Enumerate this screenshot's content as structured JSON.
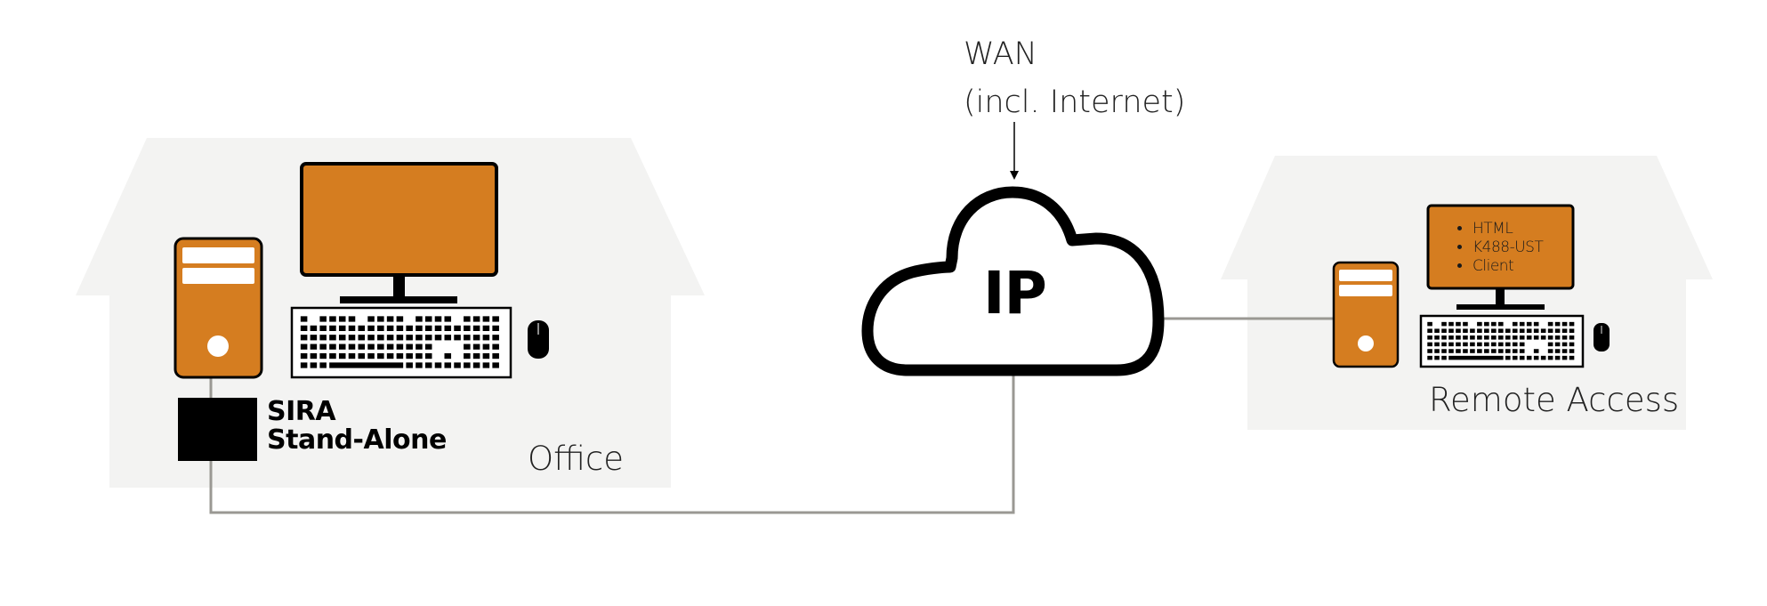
{
  "diagram": {
    "network": {
      "label_line1": "WAN",
      "label_line2": "(incl. Internet)",
      "cloud_label": "IP"
    },
    "office": {
      "label": "Office",
      "device_label_line1": "SIRA",
      "device_label_line2": "Stand-Alone"
    },
    "remote": {
      "label": "Remote Access",
      "screen_items": [
        "HTML",
        "K488-UST",
        "Client"
      ]
    },
    "colors": {
      "accent": "#d57d20",
      "house": "#f3f3f2",
      "line": "#9a9893",
      "outline": "#000000"
    }
  }
}
